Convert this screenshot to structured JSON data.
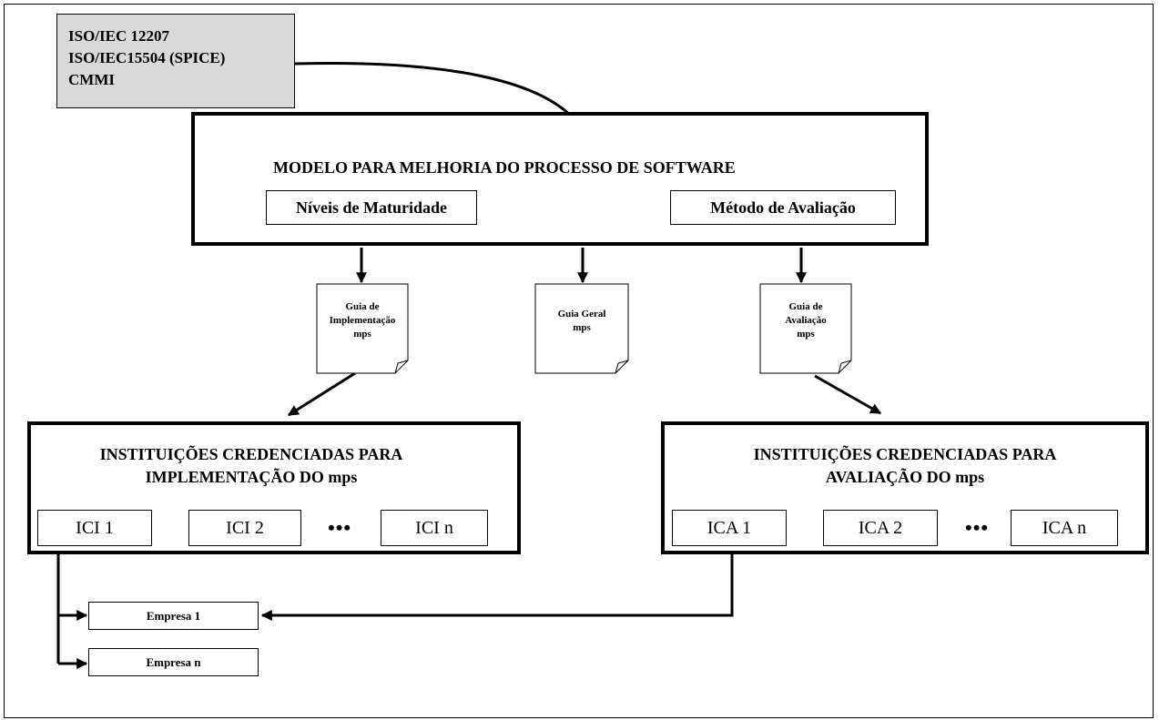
{
  "standards": {
    "lines": [
      "ISO/IEC 12207",
      "ISO/IEC15504 (SPICE)",
      "CMMI"
    ]
  },
  "model": {
    "title": "MODELO PARA MELHORIA DO PROCESSO DE  SOFTWARE",
    "maturity_label": "Níveis de Maturidade",
    "assessment_label": "Método de Avaliação"
  },
  "guides": {
    "implementation": [
      "Guia  de",
      "Implementação",
      "mps"
    ],
    "general": [
      "Guia  Geral",
      "mps"
    ],
    "assessment": [
      "Guia de",
      "Avaliação",
      "mps"
    ]
  },
  "implementation_institutions": {
    "title_lines": [
      "INSTITUIÇÕES CREDENCIADAS PARA",
      "IMPLEMENTAÇÃO DO mps"
    ],
    "items": [
      "ICI 1",
      "ICI 2",
      "ICI n"
    ],
    "ellipsis": "•••"
  },
  "assessment_institutions": {
    "title_lines": [
      "INSTITUIÇÕES CREDENCIADAS PARA",
      "AVALIAÇÃO DO mps"
    ],
    "items": [
      "ICA 1",
      "ICA 2",
      "ICA n"
    ],
    "ellipsis": "•••"
  },
  "companies": {
    "first": "Empresa  1",
    "last": "Empresa  n"
  }
}
